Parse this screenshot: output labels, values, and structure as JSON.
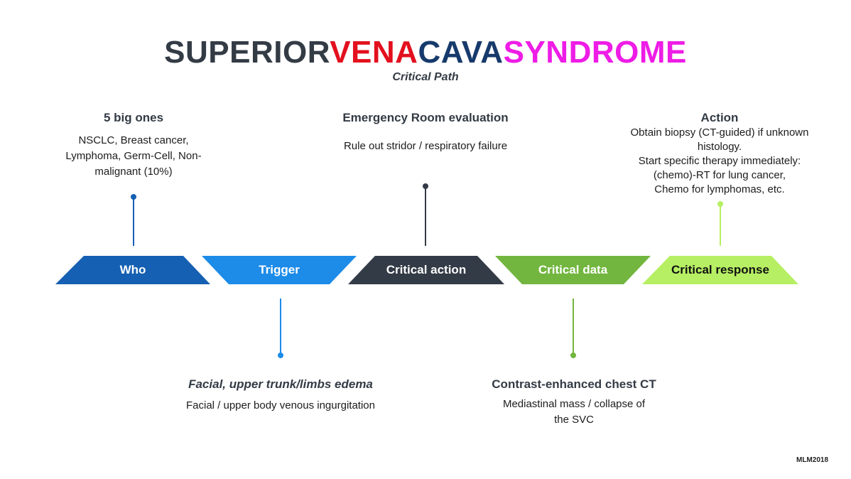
{
  "title": {
    "part1": "SUPERIOR",
    "part2": "VENA",
    "part3": "CAVA",
    "part4": "SYNDROME",
    "colors": {
      "part1": "#333b45",
      "part2": "#e3101e",
      "part3": "#163a6b",
      "part4": "#ee1ce6"
    }
  },
  "subtitle": "Critical Path",
  "stages": [
    {
      "label": "Who",
      "color": "#1660b3",
      "text_color": "#ffffff"
    },
    {
      "label": "Trigger",
      "color": "#1d8be8",
      "text_color": "#ffffff"
    },
    {
      "label": "Critical action",
      "color": "#333b47",
      "text_color": "#ffffff"
    },
    {
      "label": "Critical data",
      "color": "#72b63f",
      "text_color": "#ffffff"
    },
    {
      "label": "Critical response",
      "color": "#b6ef63",
      "text_color": "#111111"
    }
  ],
  "callouts": {
    "who": {
      "heading": "5 big ones",
      "lines": [
        "NSCLC, Breast cancer,",
        "Lymphoma, Germ-Cell, Non-",
        "malignant (10%)"
      ]
    },
    "trigger": {
      "heading": "Facial, upper trunk/limbs edema",
      "lines": [
        "Facial / upper body venous ingurgitation"
      ]
    },
    "action": {
      "heading": "Emergency Room evaluation",
      "lines": [
        "Rule out stridor / respiratory failure"
      ]
    },
    "data": {
      "heading": "Contrast-enhanced chest CT",
      "lines": [
        "Mediastinal mass / collapse of",
        "the SVC"
      ]
    },
    "response": {
      "heading": "Action",
      "lines": [
        "Obtain biopsy (CT-guided) if unknown",
        "histology.",
        "Start specific therapy immediately:",
        "(chemo)-RT for lung cancer,",
        "Chemo for lymphomas, etc."
      ]
    }
  },
  "watermark": "MLM2018"
}
